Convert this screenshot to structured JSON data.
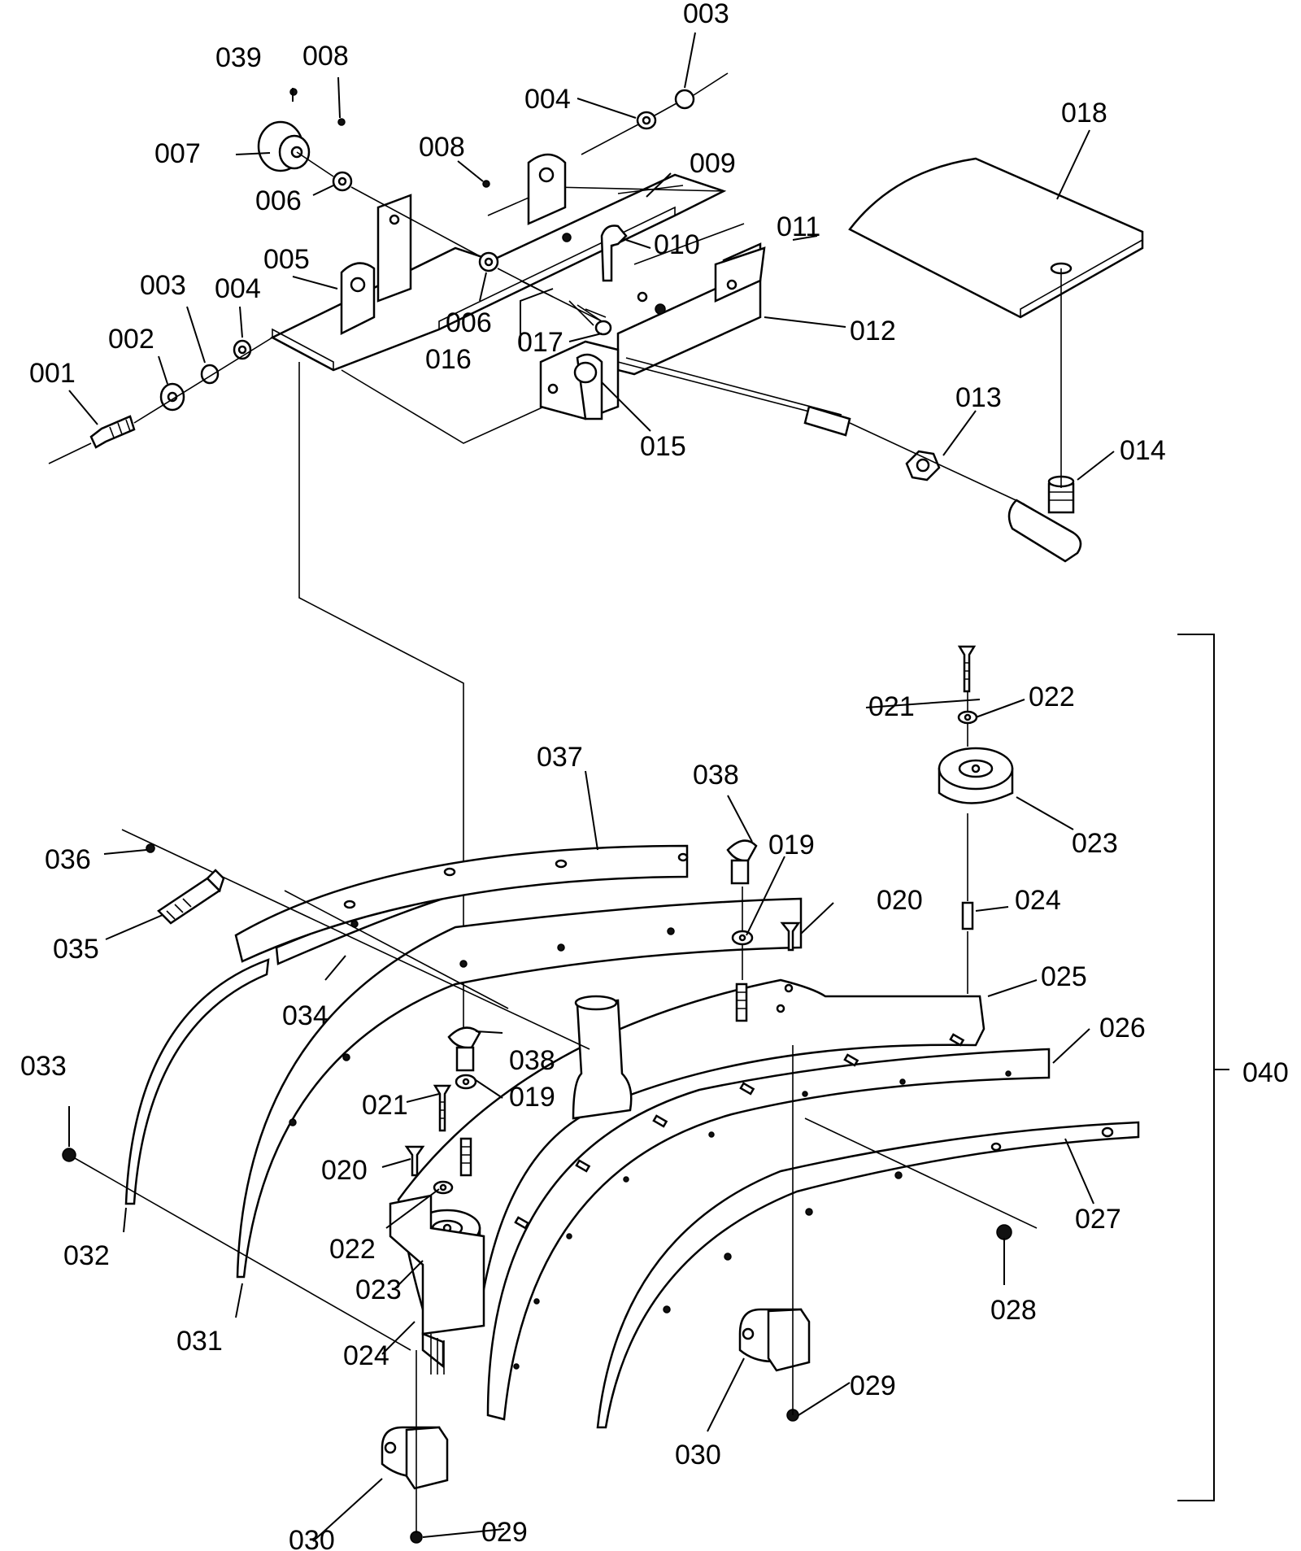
{
  "callouts": {
    "c001": "001",
    "c002": "002",
    "c003a": "003",
    "c003b": "003",
    "c004a": "004",
    "c004b": "004",
    "c005": "005",
    "c006a": "006",
    "c006b": "006",
    "c007": "007",
    "c008a": "008",
    "c008b": "008",
    "c009": "009",
    "c010": "010",
    "c011": "011",
    "c012": "012",
    "c013": "013",
    "c014": "014",
    "c015": "015",
    "c016": "016",
    "c017": "017",
    "c018": "018",
    "c019a": "019",
    "c019b": "019",
    "c020a": "020",
    "c020b": "020",
    "c021a": "021",
    "c021b": "021",
    "c022a": "022",
    "c022b": "022",
    "c023a": "023",
    "c023b": "023",
    "c024a": "024",
    "c024b": "024",
    "c025": "025",
    "c026": "026",
    "c027": "027",
    "c028": "028",
    "c029a": "029",
    "c029b": "029",
    "c030a": "030",
    "c030b": "030",
    "c031": "031",
    "c032": "032",
    "c033": "033",
    "c034": "034",
    "c035": "035",
    "c036": "036",
    "c037": "037",
    "c038a": "038",
    "c038b": "038",
    "c039": "039",
    "c040": "040"
  }
}
